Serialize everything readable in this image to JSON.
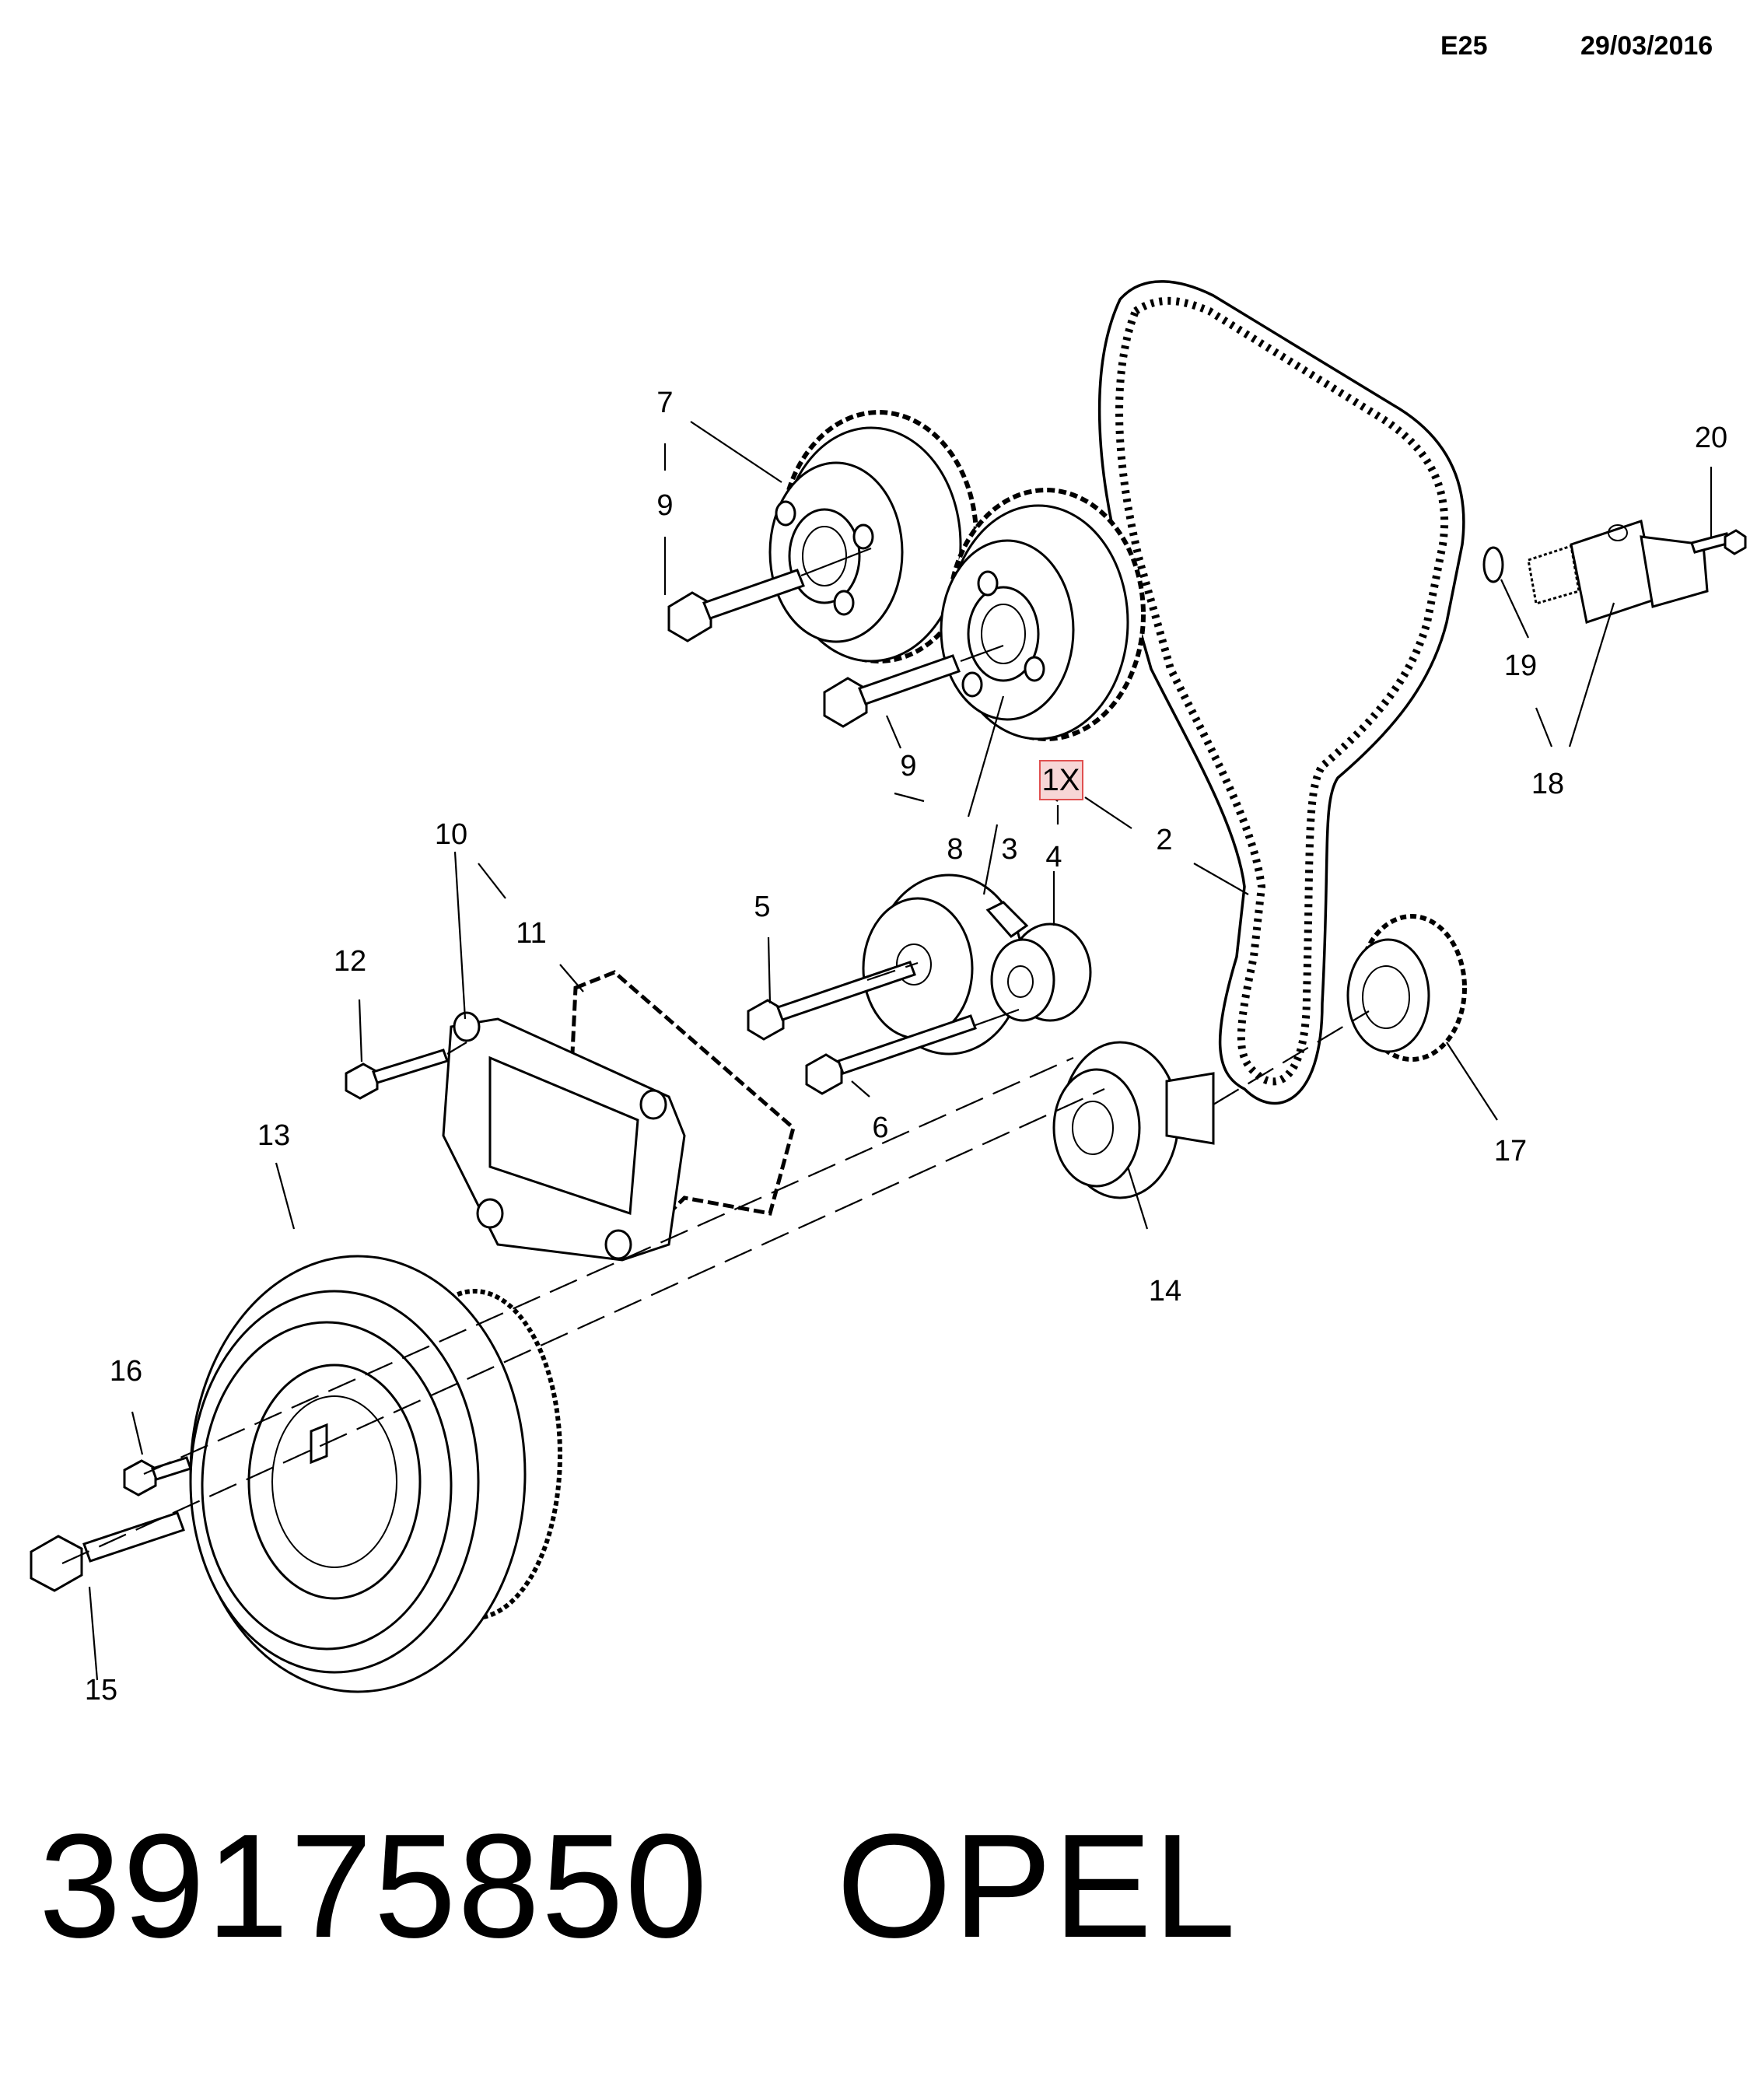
{
  "header": {
    "code": "E25",
    "date": "29/03/2016"
  },
  "footer": {
    "part_number": "39175850",
    "brand": "OPEL"
  },
  "quantity_marker": "1X",
  "callouts": [
    {
      "id": "c7",
      "label": "7"
    },
    {
      "id": "c9a",
      "label": "9"
    },
    {
      "id": "c9b",
      "label": "9"
    },
    {
      "id": "c8",
      "label": "8"
    },
    {
      "id": "c3",
      "label": "3"
    },
    {
      "id": "c4",
      "label": "4"
    },
    {
      "id": "c2",
      "label": "2"
    },
    {
      "id": "c20",
      "label": "20"
    },
    {
      "id": "c19",
      "label": "19"
    },
    {
      "id": "c18",
      "label": "18"
    },
    {
      "id": "c10",
      "label": "10"
    },
    {
      "id": "c11",
      "label": "11"
    },
    {
      "id": "c12",
      "label": "12"
    },
    {
      "id": "c5",
      "label": "5"
    },
    {
      "id": "c6",
      "label": "6"
    },
    {
      "id": "c13",
      "label": "13"
    },
    {
      "id": "c14",
      "label": "14"
    },
    {
      "id": "c17",
      "label": "17"
    },
    {
      "id": "c16",
      "label": "16"
    },
    {
      "id": "c15",
      "label": "15"
    }
  ],
  "colors": {
    "line": "#000000",
    "highlight_fill": "#f7d6d6",
    "highlight_stroke": "#e05050"
  }
}
